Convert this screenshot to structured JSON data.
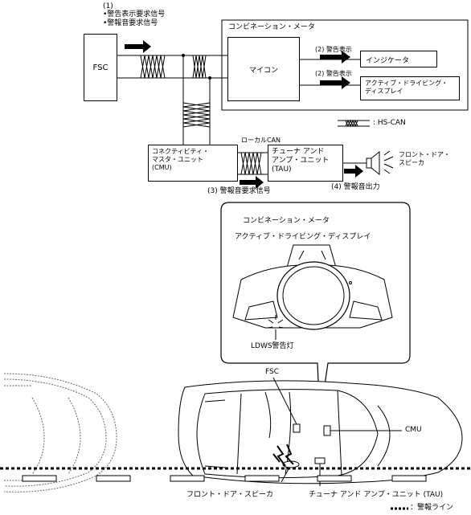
{
  "top_note": {
    "number": "(1)",
    "line1": "•警告表示要求信号",
    "line2": "•警報音要求信号"
  },
  "fsc_label": "FSC",
  "combination_meter": {
    "title": "コンビネーション・メータ",
    "micom": "マイコン",
    "out1_label": "(2) 警告表示",
    "out2_label": "(2) 警告表示",
    "indicator": "インジケータ",
    "ads_line1": "アクティブ・ドライビング・",
    "ads_line2": "ディスプレイ"
  },
  "legend_hscan": ": HS-CAN",
  "cmu": {
    "line1": "コネクティビティ・",
    "line2": "マスタ・ユニット",
    "line3": "(CMU)"
  },
  "local_can": "ローカルCAN",
  "tau": {
    "line1": "チューナ アンド",
    "line2": "アンプ・ユニット",
    "line3": "(TAU)"
  },
  "speaker": {
    "line1": "フロント・ドア・",
    "line2": "スピーカ"
  },
  "signal3": "(3) 警報音要求信号",
  "signal4": "(4) 警報音出力",
  "callout": {
    "title": "コンビネーション・メータ",
    "ads": "アクティブ・ドライビング・ディスプレイ",
    "lamp": "LDWS警告灯"
  },
  "car_labels": {
    "fsc": "FSC",
    "cmu": "CMU",
    "speaker": "フロント・ドア・スピーカ",
    "tau": "チューナ アンド アンプ・ユニット (TAU)",
    "alarm_line": "：警報ライン"
  }
}
